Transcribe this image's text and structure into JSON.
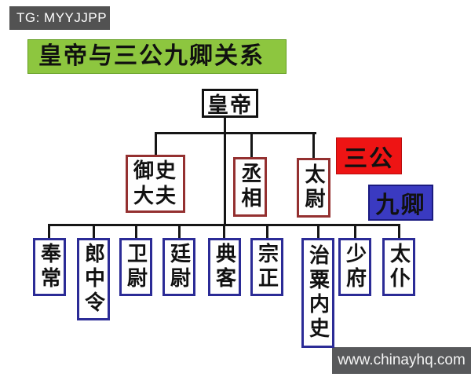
{
  "watermark_top": {
    "text": "TG: MYYJJPP"
  },
  "title": {
    "text": "皇帝与三公九卿关系"
  },
  "tree": {
    "root": "皇帝",
    "level2_label": "三公",
    "level3_label": "九卿",
    "level2": [
      "御史\n大夫",
      "丞相",
      "太尉"
    ],
    "level3": [
      "奉常",
      "郎中令",
      "卫尉",
      "廷尉",
      "典客",
      "宗正",
      "治粟内史",
      "少府",
      "太仆"
    ]
  },
  "watermark_bottom": {
    "text": "www.chinayhq.com"
  },
  "colors": {
    "title_bg": "#8dc63f",
    "sangong_badge_bg": "#ee1414",
    "jiuqing_badge_bg": "#3a3ac1",
    "sangong_box_border": "#943030",
    "jiuqing_box_border": "#2b2b96",
    "root_box_border": "#111111",
    "watermark_bg": "#525252",
    "site_badge_bg": "#58595b"
  }
}
